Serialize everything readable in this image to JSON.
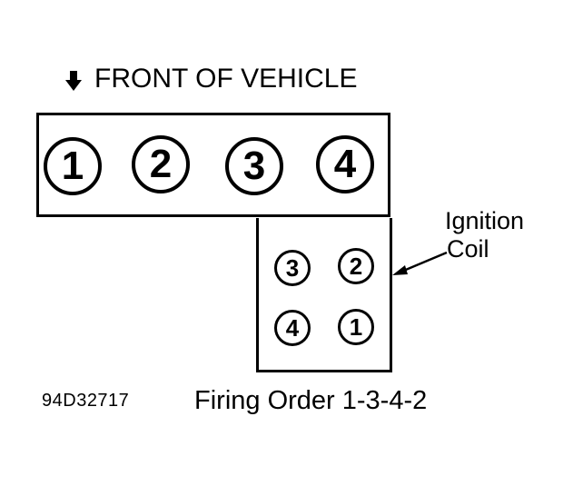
{
  "header": {
    "front_label": "FRONT OF VEHICLE"
  },
  "engine_block": {
    "cylinders": [
      {
        "number": "1"
      },
      {
        "number": "2"
      },
      {
        "number": "3"
      },
      {
        "number": "4"
      }
    ]
  },
  "coil_pack": {
    "label_line1": "Ignition",
    "label_line2": "Coil",
    "towers": [
      {
        "number": "3"
      },
      {
        "number": "2"
      },
      {
        "number": "4"
      },
      {
        "number": "1"
      }
    ]
  },
  "footer": {
    "part_number": "94D32717",
    "firing_order": "Firing Order 1-3-4-2"
  },
  "icons": {
    "front_arrow": "down-arrow-icon"
  }
}
